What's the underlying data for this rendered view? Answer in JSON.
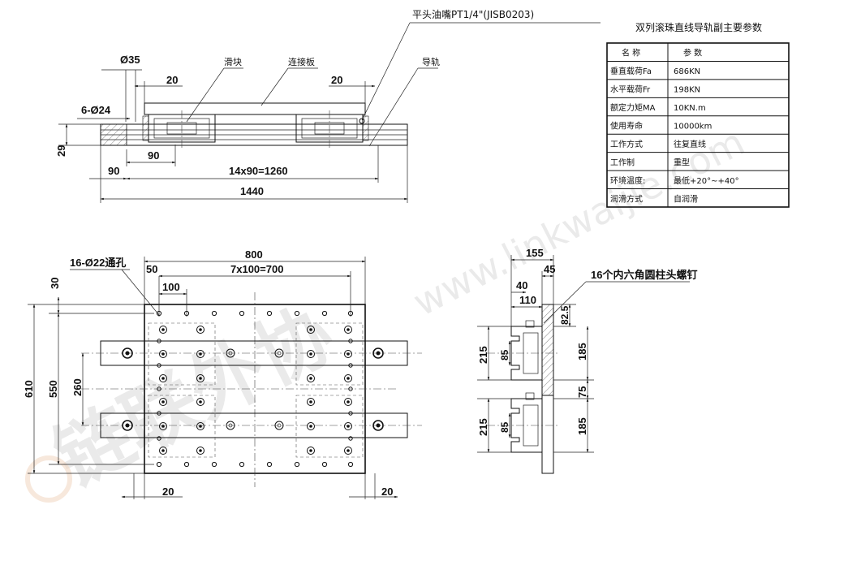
{
  "oil_nozzle_label": "平头油嘴PT1/4\"(JISB0203)",
  "top_view": {
    "slider_label": "滑块",
    "plate_label": "连接板",
    "rail_label": "导轨",
    "dim_d35": "Ø35",
    "dim_6d24": "6-Ø24",
    "dim_20_left": "20",
    "dim_20_right": "20",
    "dim_29": "29",
    "dim_90_inner": "90",
    "dim_90_left": "90",
    "dim_pitch": "14x90=1260",
    "dim_total": "1440"
  },
  "plan_view": {
    "holes_label": "16-Ø22通孔",
    "dim_800": "800",
    "dim_50": "50",
    "dim_pitch": "7x100=700",
    "dim_100": "100",
    "dim_30": "30",
    "dim_610": "610",
    "dim_550": "550",
    "dim_260": "260",
    "dim_20_left": "20",
    "dim_20_right": "20"
  },
  "side_view": {
    "screws_label": "16个内六角圆柱头螺钉",
    "dim_155": "155",
    "dim_45": "45",
    "dim_40": "40",
    "dim_110": "110",
    "dim_82_5": "82.5",
    "dim_215_top": "215",
    "dim_85_top": "85",
    "dim_185_top": "185",
    "dim_75": "75",
    "dim_215_bottom": "215",
    "dim_85_bottom": "85",
    "dim_185_bottom": "185"
  },
  "param_table": {
    "title": "双列滚珠直线导轨副主要参数",
    "header": [
      "名 称",
      "参 数"
    ],
    "rows": [
      [
        "垂直载荷Fa",
        "686KN"
      ],
      [
        "水平载荷Fr",
        "198KN"
      ],
      [
        "额定力矩MA",
        "10KN.m"
      ],
      [
        "使用寿命",
        "10000km"
      ],
      [
        "工作方式",
        "往复直线"
      ],
      [
        "工作制",
        "重型"
      ],
      [
        "环境温度:",
        "最低+20°~+40°"
      ],
      [
        "润滑方式",
        "自润滑"
      ]
    ]
  },
  "watermark": {
    "url": "www.linkwaijie.com",
    "brand": "链联外协"
  }
}
